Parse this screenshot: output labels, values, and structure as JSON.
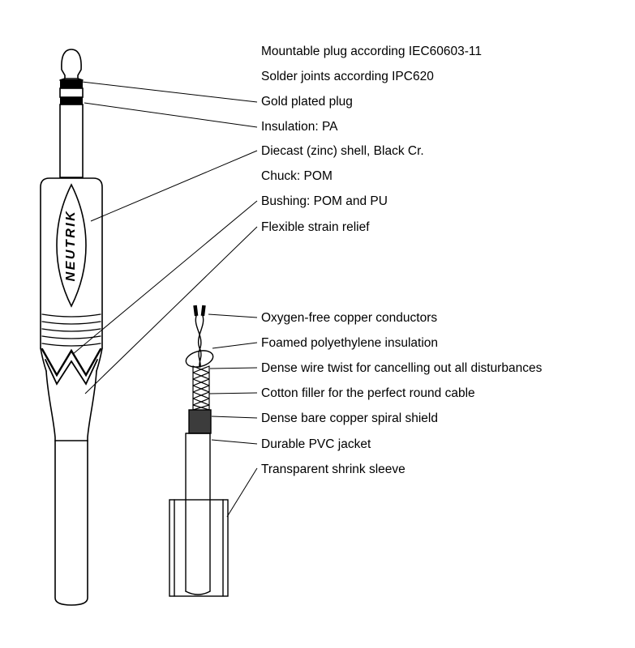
{
  "brand": "NEUTRIK",
  "colors": {
    "line": "#000000",
    "background": "#ffffff",
    "shield_fill": "#3c3c3c"
  },
  "labels": {
    "mountable": "Mountable plug according IEC60603-11",
    "solder": "Solder joints according IPC620",
    "gold": "Gold plated plug",
    "insulation": "Insulation: PA",
    "shell": "Diecast (zinc) shell, Black Cr.",
    "chuck": "Chuck: POM",
    "bushing": "Bushing: POM and PU",
    "strain": "Flexible strain relief",
    "conductors": "Oxygen-free copper conductors",
    "foamed": "Foamed polyethylene insulation",
    "twist": "Dense wire twist for cancelling out all disturbances",
    "cotton": "Cotton filler for the perfect round cable",
    "shield": "Dense bare copper spiral shield",
    "jacket": "Durable PVC jacket",
    "sleeve": "Transparent shrink sleeve"
  }
}
